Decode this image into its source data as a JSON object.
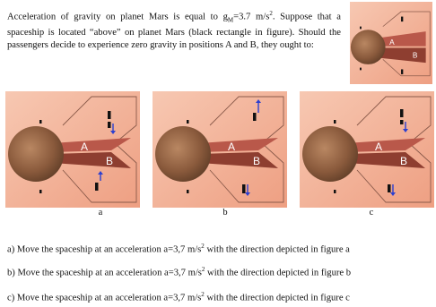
{
  "question": {
    "p1": "Acceleration of gravity on planet Mars is equal to g",
    "sub": "M",
    "p2": "=3.7 m/s",
    "sup": "2",
    "p3": ". Suppose that a spaceship is located “above” on planet Mars (black rectangle in figure). Should the passengers decide to experience zero gravity in positions A and B, they ought to:"
  },
  "figure": {
    "region_a_label": "A",
    "region_b_label": "B",
    "panel_labels": [
      "a",
      "b",
      "c"
    ],
    "colors": {
      "background": "#f3b49a",
      "region_a": "#b9584a",
      "region_b": "#8e3e30",
      "planet": "#8a5a3c",
      "arrow": "#2b3fd0",
      "ship": "#111111"
    }
  },
  "options": [
    {
      "p1": "a) Move the spaceship at an acceleration a=3,7 m/s",
      "sup": "2",
      "p2": " with the direction depicted in figure a"
    },
    {
      "p1": "b) Move the spaceship at an acceleration a=3,7 m/s",
      "sup": "2",
      "p2": " with the direction depicted in figure b"
    },
    {
      "p1": "c) Move the spaceship at an acceleration a=3,7 m/s",
      "sup": "2",
      "p2": " with the direction depicted in figure c"
    }
  ]
}
